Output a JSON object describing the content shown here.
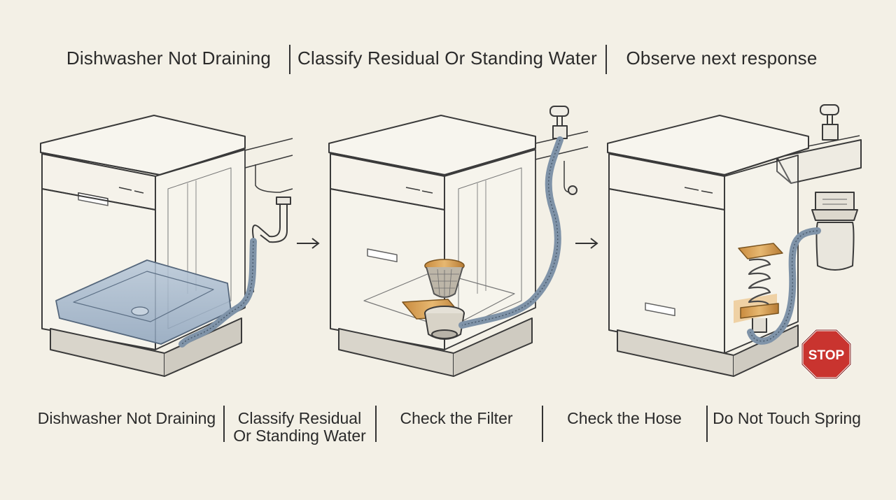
{
  "header": {
    "steps": [
      "Dishwasher Not Draining",
      "Classify Residual Or Standing Water",
      "Observe next response"
    ]
  },
  "footer": {
    "steps": [
      [
        "Dishwasher Not Draining"
      ],
      [
        "Classify Residual",
        "Or Standing Water"
      ],
      [
        "Check the Filter"
      ],
      [
        "Check the Hose"
      ],
      [
        "Do Not Touch Spring"
      ]
    ]
  },
  "stop_sign": {
    "label": "STOP"
  },
  "colors": {
    "background": "#f3f0e6",
    "line": "#3a3a3a",
    "water": "#9fb3c9",
    "hose": "#7f93a8",
    "accent": "#d9a45a",
    "stop": "#c9342f"
  }
}
